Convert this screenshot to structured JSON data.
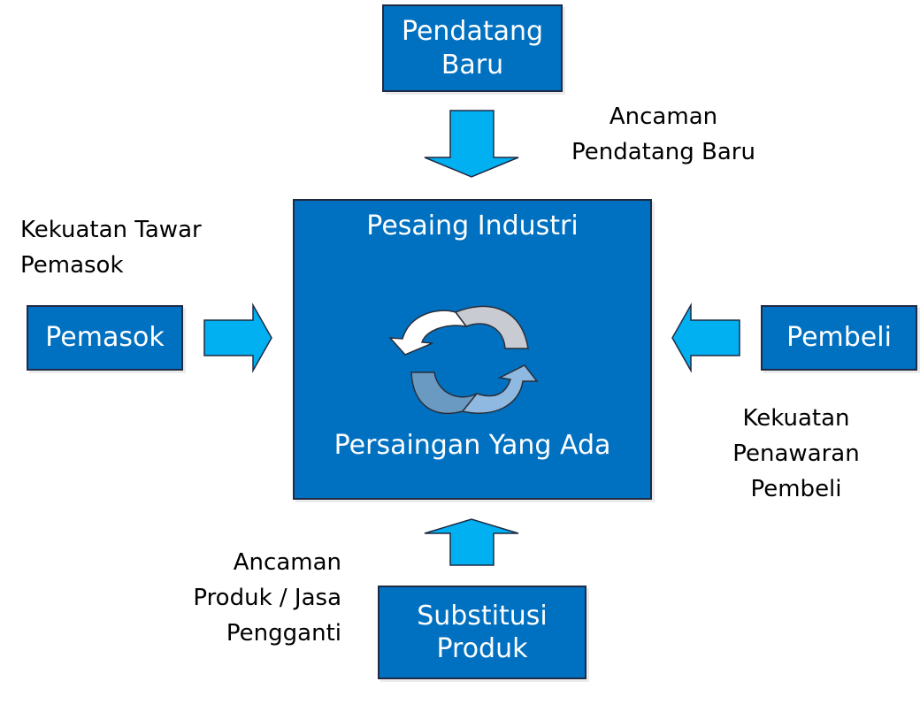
{
  "boxes": {
    "new_entrants": "Pendatang\nBaru",
    "industry": {
      "title": "Pesaing Industri",
      "subtitle": "Persaingan Yang Ada"
    },
    "suppliers": "Pemasok",
    "buyers": "Pembeli",
    "substitutes": "Substitusi\nProduk"
  },
  "labels": {
    "threat_new_entrants": "Ancaman\nPendatang Baru",
    "supplier_power": "Kekuatan Tawar\nPemasok",
    "buyer_power": "Kekuatan\nPenawaran\nPembeli",
    "threat_substitutes": "Ancaman\nProduk / Jasa\nPengganti"
  },
  "colors": {
    "box_fill": "#0070C0",
    "arrow_fill": "#00B0F0",
    "cycle_white": "#FFFFFF",
    "cycle_gray": "#C8CCD2",
    "cycle_steel": "#6A9AC2",
    "cycle_light": "#8FB9E0"
  }
}
